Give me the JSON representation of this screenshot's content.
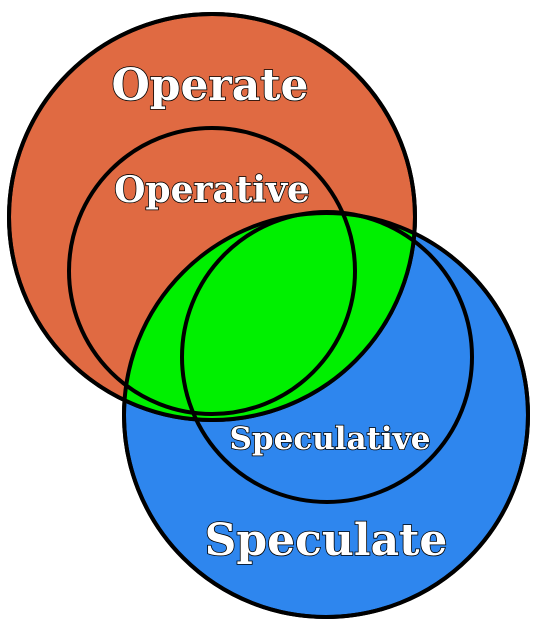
{
  "labels": {
    "operate": "Operate",
    "operative": "Operative",
    "speculative": "Speculative",
    "speculate": "Speculate"
  },
  "colors": {
    "operate_fill": "#e06a42",
    "speculate_fill": "#2e86ee",
    "overlap_fill": "#00f000",
    "outline": "#000000",
    "label_fill": "#ffffff",
    "background": "#ffffff"
  }
}
